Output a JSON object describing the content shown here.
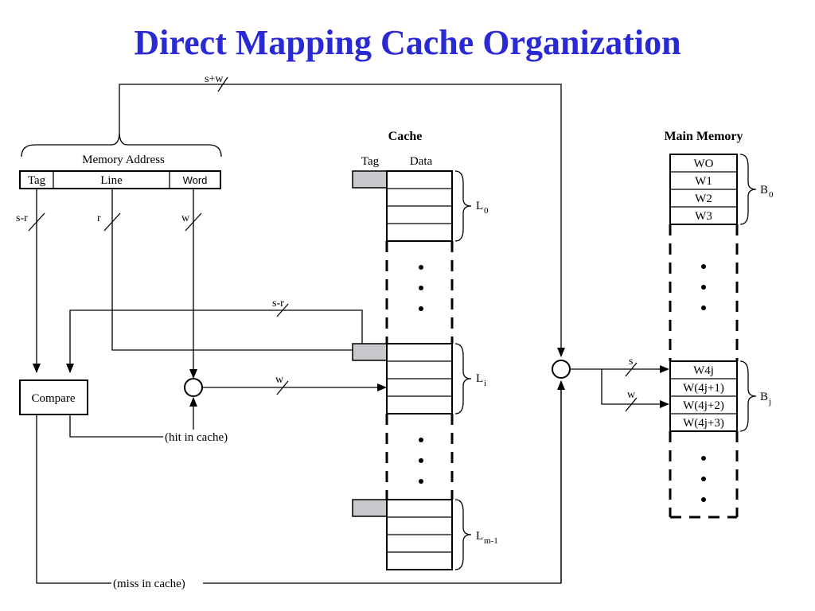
{
  "title": "Direct Mapping Cache Organization",
  "address": {
    "caption": "Memory Address",
    "fields": [
      "Tag",
      "Line",
      "Word"
    ],
    "widths": [
      "s-r",
      "r",
      "w"
    ],
    "total_width": "s+w"
  },
  "cache": {
    "title": "Cache",
    "col_tag": "Tag",
    "col_data": "Data",
    "lines": [
      {
        "label": "L",
        "sub": "0"
      },
      {
        "label": "L",
        "sub": "i"
      },
      {
        "label": "L",
        "sub": "m-1"
      }
    ]
  },
  "memory": {
    "title": "Main Memory",
    "block0_words": [
      "WO",
      "W1",
      "W2",
      "W3"
    ],
    "block0_label": "B",
    "block0_sub": "0",
    "blockj_words": [
      "W4j",
      "W(4j+1)",
      "W(4j+2)",
      "W(4j+3)"
    ],
    "blockj_label": "B",
    "blockj_sub": "j"
  },
  "compare": "Compare",
  "bus_labels": {
    "sr": "s-r",
    "w": "w",
    "s": "s",
    "mw": "w"
  },
  "hit_label": "(hit in cache)",
  "miss_label": "(miss in cache)"
}
